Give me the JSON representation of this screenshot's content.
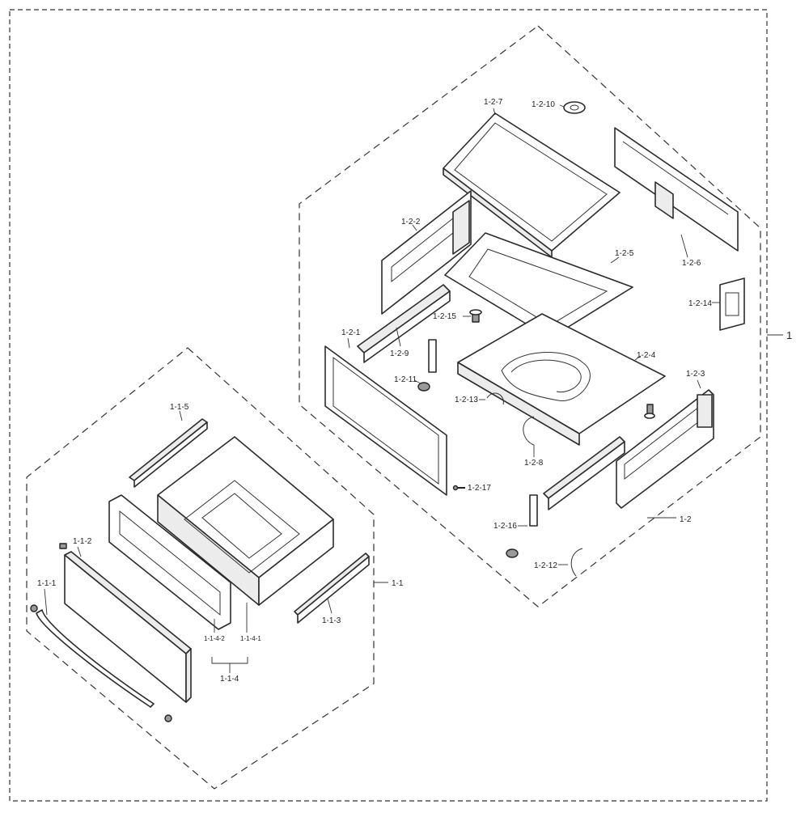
{
  "diagram": {
    "assembly_label": "1",
    "groups": [
      {
        "id": "1-1",
        "label": "1-1"
      },
      {
        "id": "1-2",
        "label": "1-2"
      }
    ],
    "labels": {
      "p1_1_1": "1-1-1",
      "p1_1_2": "1-1-2",
      "p1_1_3": "1-1-3",
      "p1_1_4": "1-1-4",
      "p1_1_4_1": "1-1-4-1",
      "p1_1_4_2": "1-1-4-2",
      "p1_1_5": "1-1-5",
      "p1_2_1": "1-2-1",
      "p1_2_2": "1-2-2",
      "p1_2_3": "1-2-3",
      "p1_2_4": "1-2-4",
      "p1_2_5": "1-2-5",
      "p1_2_6": "1-2-6",
      "p1_2_7": "1-2-7",
      "p1_2_8": "1-2-8",
      "p1_2_9": "1-2-9",
      "p1_2_10": "1-2-10",
      "p1_2_11": "1-2-11",
      "p1_2_12": "1-2-12",
      "p1_2_13": "1-2-13",
      "p1_2_14": "1-2-14",
      "p1_2_15": "1-2-15",
      "p1_2_16": "1-2-16",
      "p1_2_17": "1-2-17"
    }
  }
}
